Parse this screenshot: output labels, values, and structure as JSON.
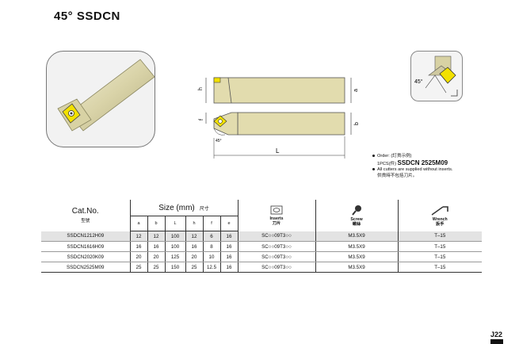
{
  "title": "45°  SSDCN",
  "order": {
    "line1": "Order: (訂貨示例)",
    "line2a": "1PCS(件)",
    "line2b": "SSDCN 2525M09",
    "line3": "All cutters are supplied without inserts.",
    "line4": "供貨時不包括刀片。"
  },
  "diagram": {
    "dim_h": "h",
    "dim_a": "a",
    "dim_f": "f",
    "dim_b": "b",
    "dim_L": "L",
    "angle": "45°",
    "tip_angle": "45°"
  },
  "table": {
    "catno_label": "Cat.No.",
    "catno_sub": "型號",
    "size_label": "Size (mm)",
    "size_sub": "尺寸",
    "cols": [
      "a",
      "b",
      "L",
      "h",
      "f",
      "e"
    ],
    "inserts_label": "Inserts",
    "inserts_sub": "刀片",
    "screw_label": "Screw",
    "screw_sub": "螺絲",
    "wrench_label": "Wrench",
    "wrench_sub": "扳手",
    "rows": [
      {
        "cat": "SSDCN1212H09",
        "a": "12",
        "b": "12",
        "L": "100",
        "h": "12",
        "f": "6",
        "e": "16",
        "insert": "SC○○09T3○○",
        "screw": "M3.5X9",
        "wrench": "T–15"
      },
      {
        "cat": "SSDCN1616H09",
        "a": "16",
        "b": "16",
        "L": "100",
        "h": "16",
        "f": "8",
        "e": "16",
        "insert": "SC○○09T3○○",
        "screw": "M3.5X9",
        "wrench": "T–15"
      },
      {
        "cat": "SSDCN2020K09",
        "a": "20",
        "b": "20",
        "L": "125",
        "h": "20",
        "f": "10",
        "e": "16",
        "insert": "SC○○09T3○○",
        "screw": "M3.5X9",
        "wrench": "T–15"
      },
      {
        "cat": "SSDCN2525M09",
        "a": "25",
        "b": "25",
        "L": "150",
        "h": "25",
        "f": "12.5",
        "e": "16",
        "insert": "SC○○09T3○○",
        "screw": "M3.5X9",
        "wrench": "T–15"
      }
    ]
  },
  "page": "J22"
}
